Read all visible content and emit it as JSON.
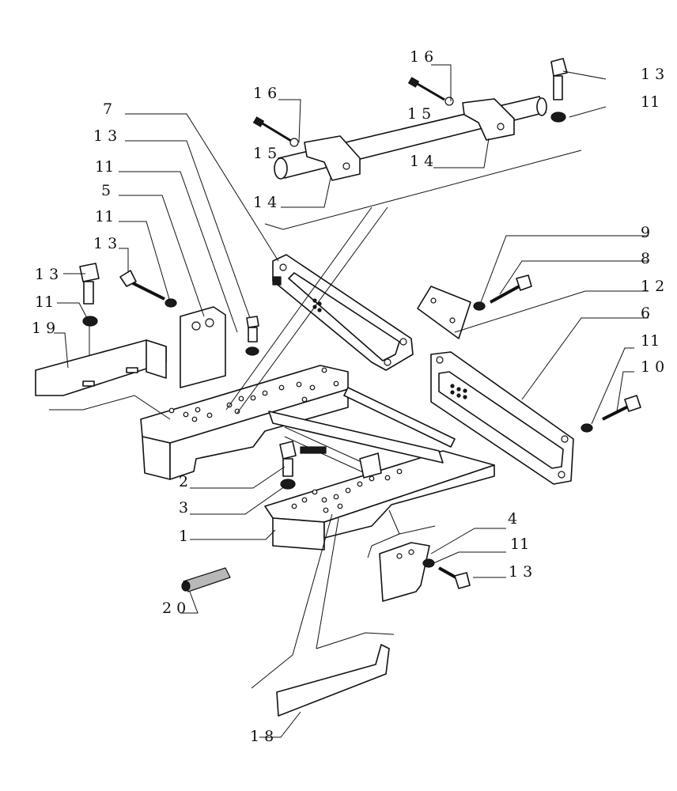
{
  "callouts": {
    "c1": "1",
    "c2": "2",
    "c3": "3",
    "c4": "4",
    "c5": "5",
    "c6": "6",
    "c7": "7",
    "c8": "8",
    "c9": "9",
    "c10": "1 0",
    "c11_right_top": "11",
    "c11_right_mid": "11",
    "c11_right_low": "11",
    "c11_left_a": "11",
    "c11_left_b": "11",
    "c11_left_c": "11",
    "c12": "1 2",
    "c13_top_right": "1 3",
    "c13_left_a": "1 3",
    "c13_left_b": "1 3",
    "c13_left_c": "1 3",
    "c13_low_right": "1 3",
    "c14_a": "1 4",
    "c14_b": "1 4",
    "c15_a": "1 5",
    "c15_b": "1 5",
    "c16_a": "1 6",
    "c16_b": "1 6",
    "c18": "1 8",
    "c19": "1 9",
    "c20": "2 0"
  }
}
